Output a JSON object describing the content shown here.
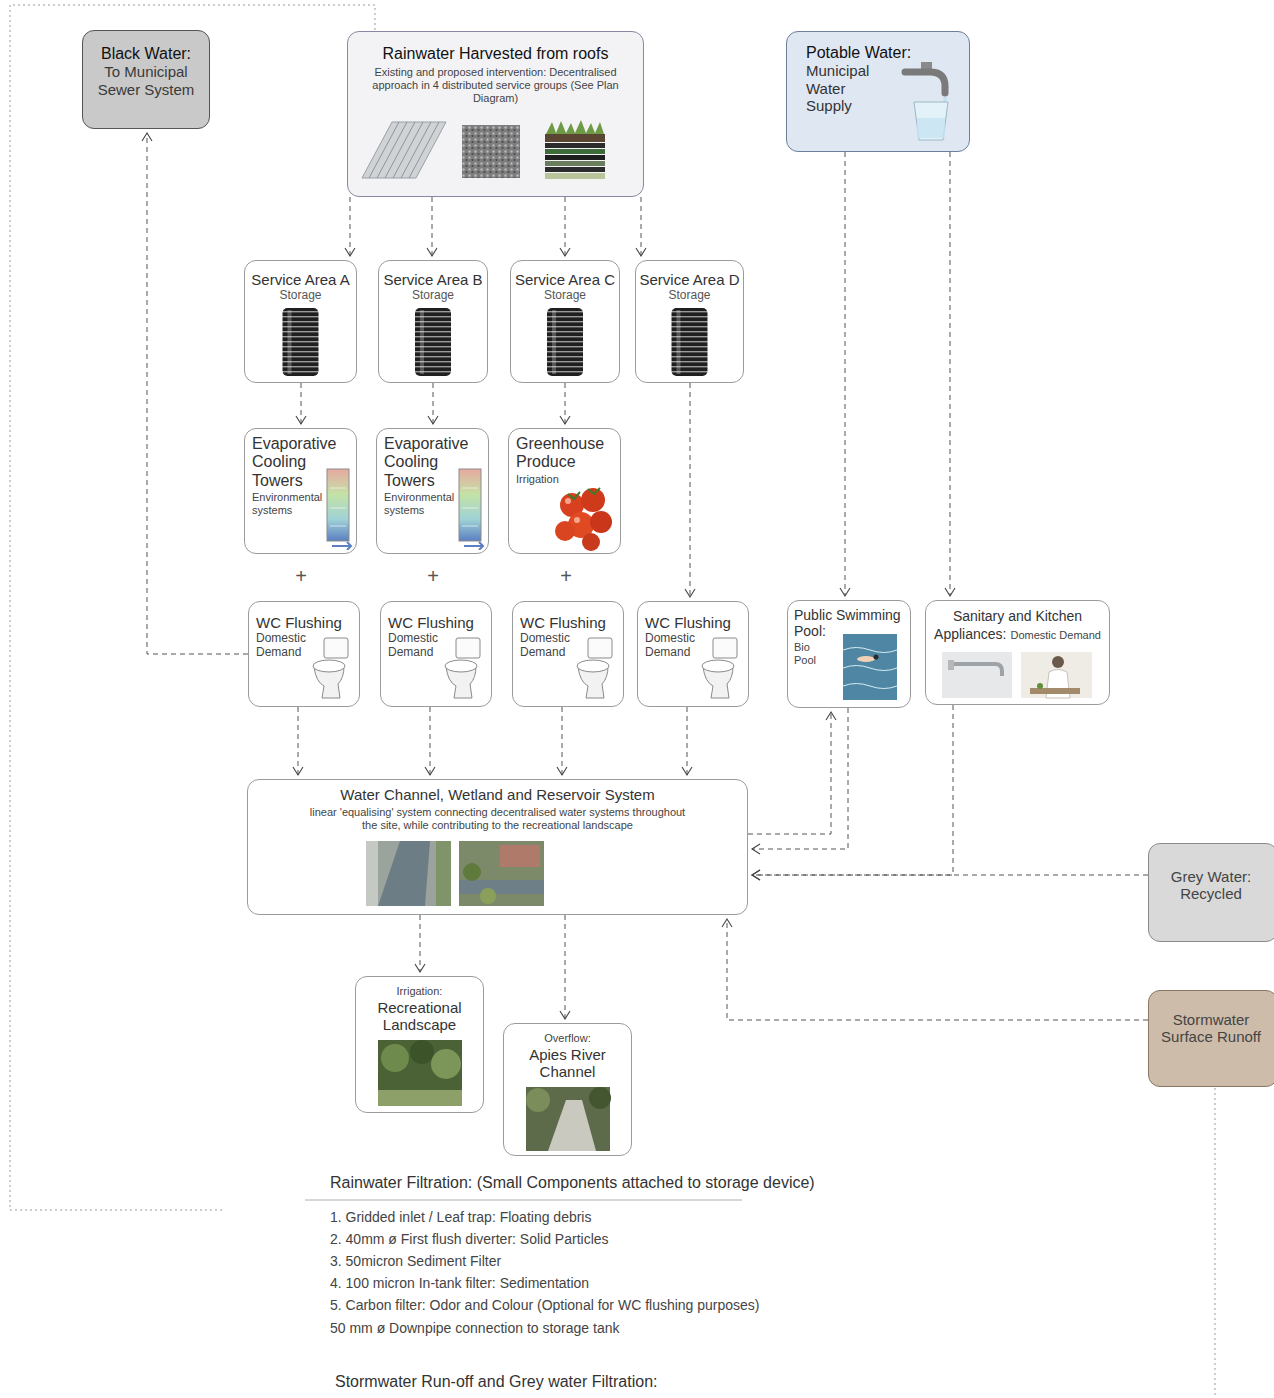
{
  "diagram": {
    "nodes": [
      {
        "text": [
          "Black Water:",
          "To Municipal Sewer System"
        ]
      },
      {
        "text": [
          "Rainwater Harvested from roofs",
          "Existing and proposed intervention: Decentralised approach in 4 distributed service groups (See Plan Diagram)"
        ]
      },
      {
        "text": [
          "Potable Water:",
          "Municipal Water Supply"
        ]
      },
      {
        "text": [
          "Service Area A",
          "Storage"
        ]
      },
      {
        "text": [
          "Service Area B",
          "Storage"
        ]
      },
      {
        "text": [
          "Service Area C",
          "Storage"
        ]
      },
      {
        "text": [
          "Service Area D",
          "Storage"
        ]
      },
      {
        "text": [
          "Evaporative Cooling Towers",
          "Environmental systems"
        ]
      },
      {
        "text": [
          "Evaporative Cooling Towers",
          "Environmental systems"
        ]
      },
      {
        "text": [
          "Greenhouse Produce",
          "Irrigation"
        ]
      },
      {
        "text": [
          "WC Flushing",
          "Domestic Demand"
        ]
      },
      {
        "text": [
          "WC Flushing",
          "Domestic Demand"
        ]
      },
      {
        "text": [
          "WC Flushing",
          "Domestic Demand"
        ]
      },
      {
        "text": [
          "WC Flushing",
          "Domestic Demand"
        ]
      },
      {
        "text": [
          "Public Swimming Pool:",
          "Bio Pool"
        ]
      },
      {
        "text": [
          "Sanitary and Kitchen Appliances:",
          "Domestic Demand"
        ]
      },
      {
        "text": [
          "Water Channel, Wetland and Reservoir System",
          "linear 'equalising' system connecting decentralised water systems throughout the site, while contributing to the recreational landscape"
        ]
      },
      {
        "text": [
          "Grey Water: Recycled"
        ]
      },
      {
        "text": [
          "Irrigation:",
          "Recreational Landscape"
        ]
      },
      {
        "text": [
          "Overflow:",
          "Apies River Channel"
        ]
      },
      {
        "text": [
          "Stormwater Surface Runoff"
        ]
      }
    ],
    "edges": [
      {
        "from": 1,
        "to": 3,
        "arrow": "to"
      },
      {
        "from": 1,
        "to": 4,
        "arrow": "to"
      },
      {
        "from": 1,
        "to": 5,
        "arrow": "to"
      },
      {
        "from": 1,
        "to": 6,
        "arrow": "to"
      },
      {
        "from": 3,
        "to": 7,
        "arrow": "to"
      },
      {
        "from": 4,
        "to": 8,
        "arrow": "to"
      },
      {
        "from": 5,
        "to": 9,
        "arrow": "to"
      },
      {
        "from": 6,
        "to": 13,
        "arrow": "to"
      },
      {
        "from": 10,
        "to": 0,
        "arrow": "to"
      },
      {
        "from": 10,
        "to": 16,
        "arrow": "to"
      },
      {
        "from": 11,
        "to": 16,
        "arrow": "to"
      },
      {
        "from": 12,
        "to": 16,
        "arrow": "to"
      },
      {
        "from": 13,
        "to": 16,
        "arrow": "to"
      },
      {
        "from": 2,
        "to": 14,
        "arrow": "to"
      },
      {
        "from": 2,
        "to": 15,
        "arrow": "to"
      },
      {
        "from": 14,
        "to": 16,
        "arrow": "to"
      },
      {
        "from": 16,
        "to": 14,
        "arrow": "to"
      },
      {
        "from": 15,
        "to": 16,
        "arrow": "to"
      },
      {
        "from": 17,
        "to": 16,
        "arrow": "to"
      },
      {
        "from": 20,
        "to": 16,
        "arrow": "to"
      },
      {
        "from": 16,
        "to": 18,
        "arrow": "to"
      },
      {
        "from": 16,
        "to": 19,
        "arrow": "to"
      }
    ],
    "labels": [
      "+",
      "+",
      "+",
      "Rainwater Filtration: (Small Components attached to storage device)",
      "1. Gridded inlet / Leaf trap: Floating debris",
      "2. 40mm ø First flush diverter: Solid Particles",
      "3. 50micron Sediment Filter",
      "4. 100 micron In-tank filter: Sedimentation",
      "5. Carbon filter: Odor and Colour (Optional for WC flushing purposes)",
      "50 mm ø Downpipe connection to storage tank",
      "Stormwater Run-off and Grey water Filtration:"
    ]
  }
}
